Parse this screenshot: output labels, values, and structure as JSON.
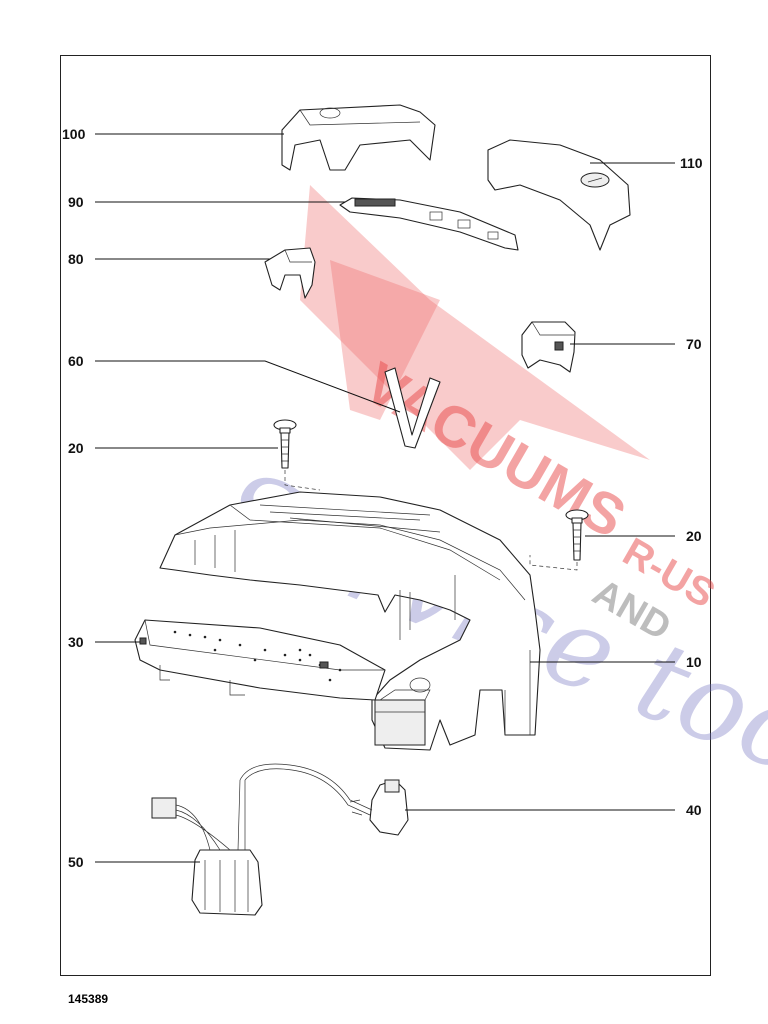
{
  "diagram": {
    "reference_number": "145389",
    "callouts": [
      "100",
      "110",
      "90",
      "80",
      "70",
      "60",
      "20",
      "20",
      "30",
      "10",
      "40",
      "50"
    ],
    "watermark": {
      "line1": "VACUUMS",
      "line2": "R-US",
      "line3": "AND",
      "line4": "Service too"
    }
  }
}
